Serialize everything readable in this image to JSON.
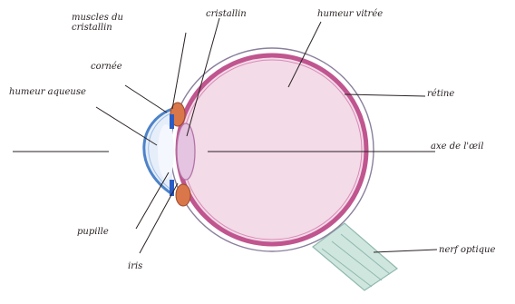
{
  "labels": {
    "muscles_cristallin": "muscles du cristallin",
    "cristallin": "cristallin",
    "humeur_vitree": "humeur vitrée",
    "cornee": "cornée",
    "humeur_aqueuse": "humeur aqueuse",
    "retine": "rétine",
    "axe_oeil": "axe de l'œil",
    "pupille": "pupille",
    "iris": "iris",
    "nerf_optique": "nerf optique"
  },
  "colors": {
    "sclera_outline": "#8a7f9c",
    "choroid": "#c0558f",
    "vitreous": "#f3dbe8",
    "cornea": "#4d83c8",
    "aqueous": "#e6eefa",
    "lens_fill": "#e4c4e0",
    "lens_stroke": "#b274a8",
    "muscle": "#d9774a",
    "iris": "#2a5cc4",
    "nerve": "#8fb9ae",
    "ink": "#2a2222"
  }
}
